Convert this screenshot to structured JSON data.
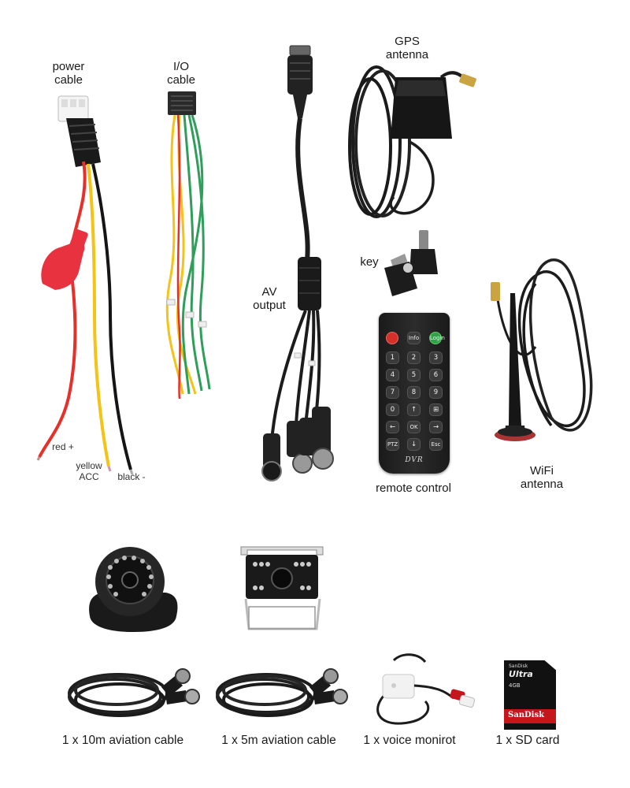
{
  "labels": {
    "power_cable": [
      "power",
      "cable"
    ],
    "io_cable": [
      "I/O",
      "cable"
    ],
    "gps_antenna": [
      "GPS",
      "antenna"
    ],
    "key": "key",
    "av_output": [
      "AV",
      "output"
    ],
    "remote_control": "remote control",
    "wifi_antenna": [
      "WiFi",
      "antenna"
    ],
    "wire_red": "red +",
    "wire_yellow": [
      "yellow",
      "ACC"
    ],
    "wire_black": "black -"
  },
  "accessories": [
    {
      "caption": "1 x 10m aviation cable"
    },
    {
      "caption": "1 x 5m aviation cable"
    },
    {
      "caption": "1 x voice monirot"
    },
    {
      "caption": "1 x SD card"
    }
  ],
  "remote": {
    "brand": "DVR",
    "keys": [
      "",
      "Info",
      "Login",
      "1",
      "2",
      "3",
      "4",
      "5",
      "6",
      "7",
      "8",
      "9",
      "0",
      "↑",
      "⊞",
      "←",
      "OK",
      "→",
      "PTZ",
      "↓",
      "Esc"
    ]
  },
  "sdcard": {
    "brand_small": "SanDisk",
    "line": "Ultra",
    "capacity": "4GB",
    "stripe_text": "SanDisk"
  },
  "colors": {
    "wire_red": "#e8302a",
    "wire_yellow": "#f3c316",
    "wire_black": "#151515",
    "wire_green": "#2e9e5a",
    "cable_black": "#1c1c1c",
    "fuse_red": "#e8323f"
  }
}
